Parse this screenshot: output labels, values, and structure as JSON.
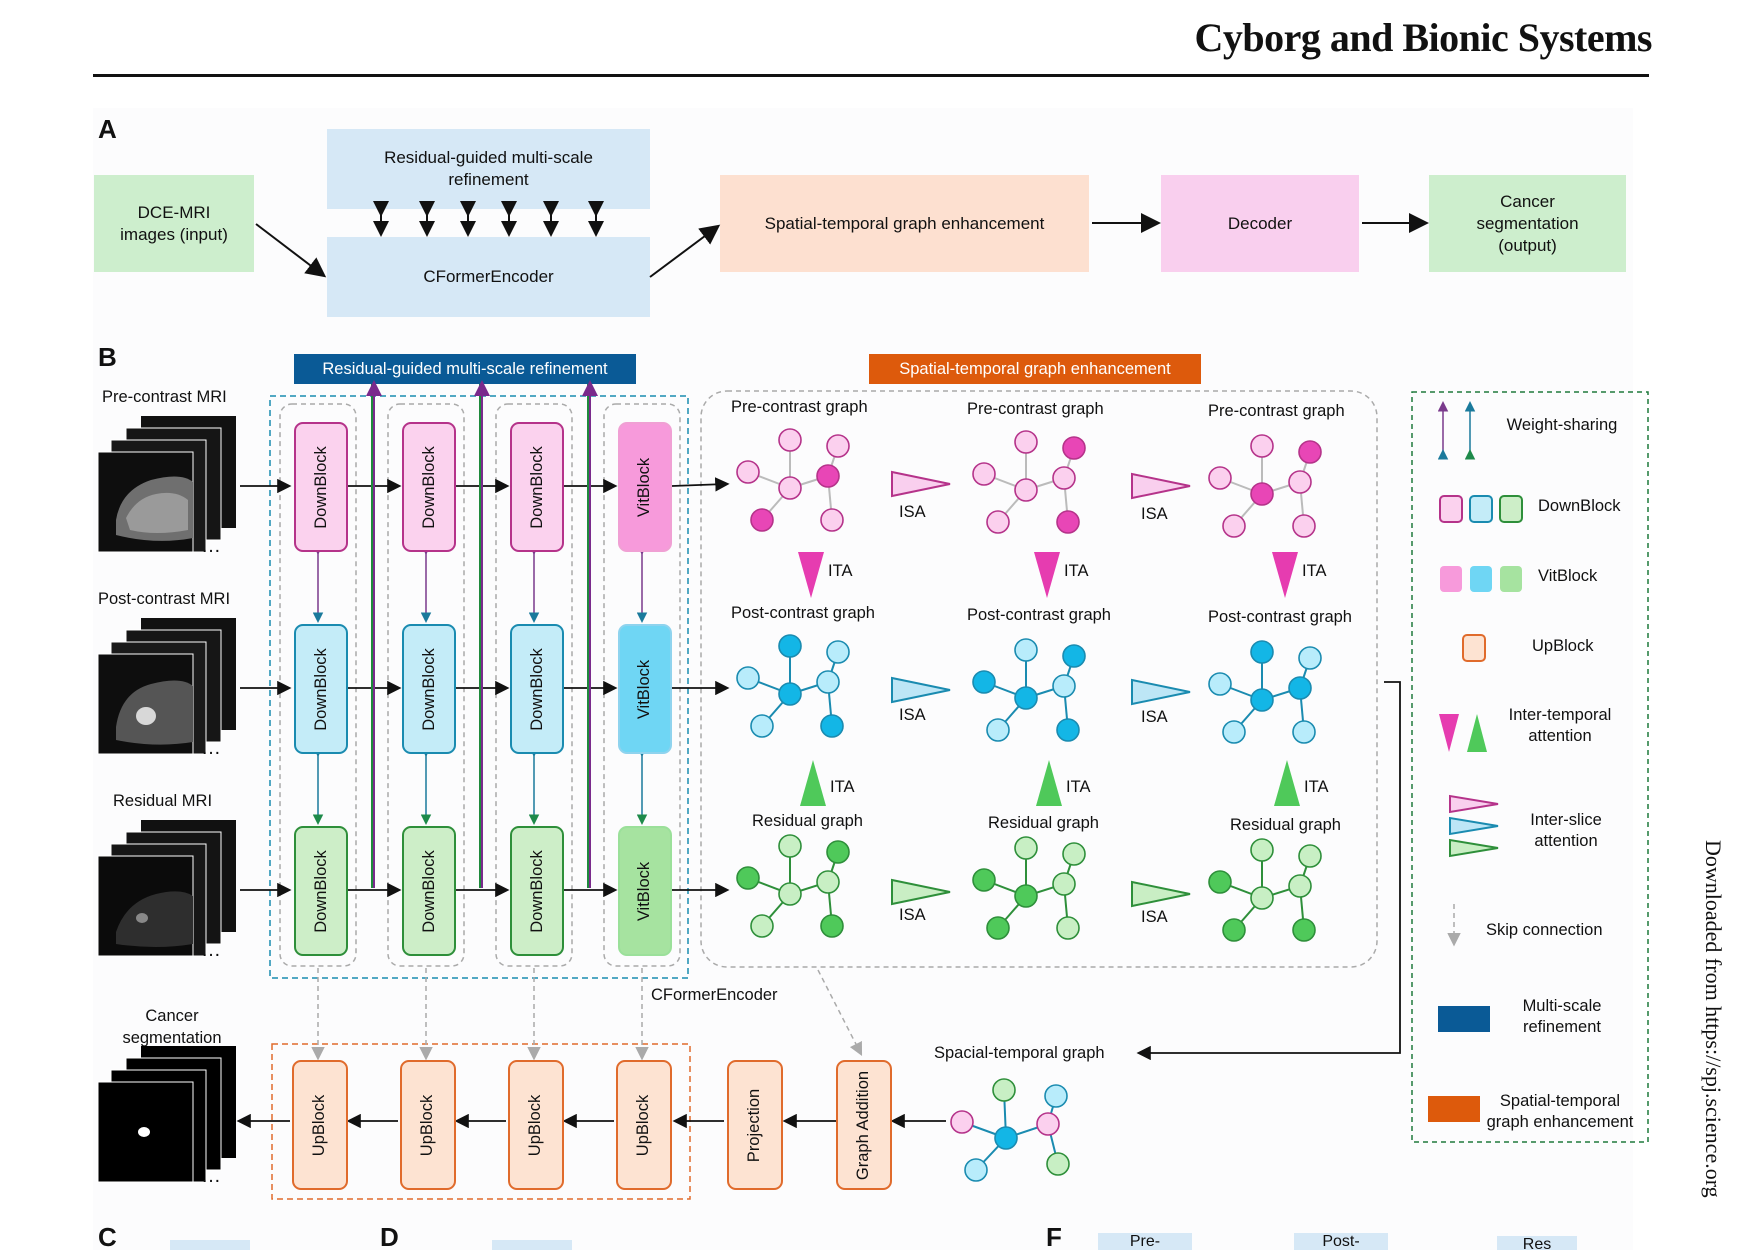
{
  "header": {
    "journal_title": "Cyborg and Bionic Systems",
    "side_note": "Downloaded from https://spj.science.org"
  },
  "panel_a": {
    "letter": "A",
    "input": "DCE-MRI images (input)",
    "refinement": "Residual-guided multi-scale refinement",
    "encoder": "CFormerEncoder",
    "graph": "Spatial-temporal graph enhancement",
    "decoder": "Decoder",
    "output": "Cancer segmentation (output)"
  },
  "panel_b": {
    "letter": "B",
    "refine_tag": "Residual-guided multi-scale refinement",
    "graph_tag": "Spatial-temporal graph enhancement",
    "rows": [
      "Pre-contrast MRI",
      "Post-contrast MRI",
      "Residual MRI"
    ],
    "seg_label": "Cancer segmentation",
    "down_label": "DownBlock",
    "vit_label": "VitBlock",
    "up_label": "UpBlock",
    "projection": "Projection",
    "graph_addition": "Graph Addition",
    "encoder_label": "CFormerEncoder",
    "graph_titles": [
      "Pre-contrast graph",
      "Post-contrast graph",
      "Residual graph"
    ],
    "isa": "ISA",
    "ita": "ITA",
    "st_graph": "Spacial-temporal graph",
    "colors": {
      "refine": "#0a5a96",
      "graph": "#dd5a0c",
      "pink": "#e63cb0",
      "blue": "#13b6e6",
      "green": "#4fc95a"
    }
  },
  "legend": {
    "weight_sharing": "Weight-sharing",
    "downblock": "DownBlock",
    "vitblock": "VitBlock",
    "upblock": "UpBlock",
    "inter_temporal": "Inter-temporal attention",
    "inter_slice": "Inter-slice attention",
    "skip": "Skip connection",
    "multiscale": "Multi-scale refinement",
    "st_enh": "Spatial-temporal graph enhancement"
  },
  "bottom": {
    "c": "C",
    "d": "D",
    "f": "F",
    "f_pre": "Pre-",
    "f_post": "Post-",
    "f_res": "Res"
  }
}
